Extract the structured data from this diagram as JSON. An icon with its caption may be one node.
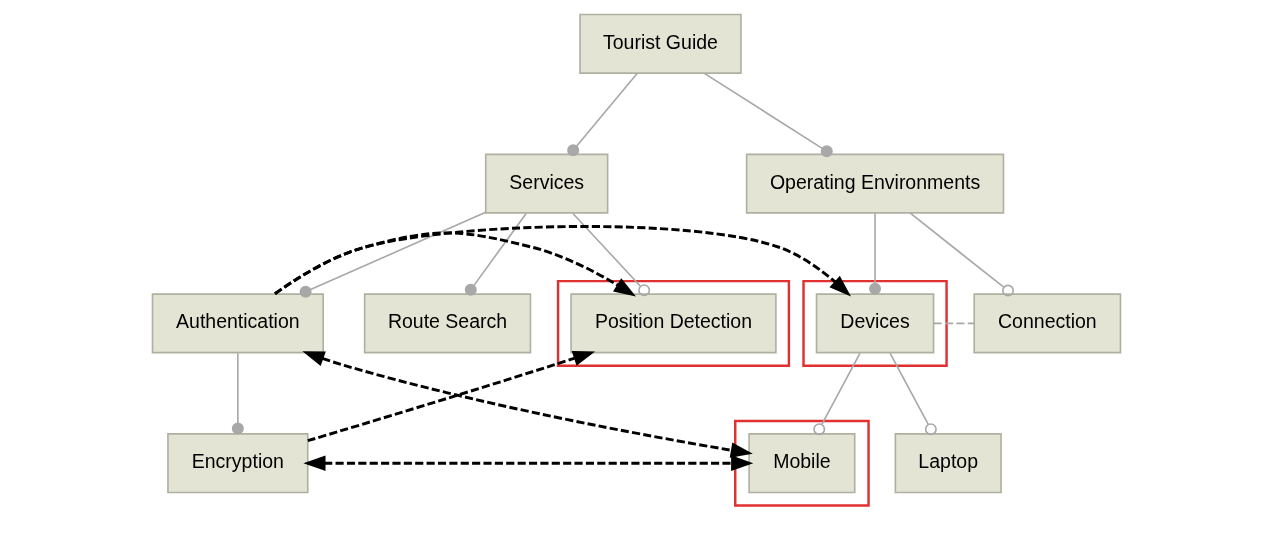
{
  "diagram": {
    "nodes": [
      {
        "text": [
          "Tourist Guide"
        ]
      },
      {
        "text": [
          "Services"
        ]
      },
      {
        "text": [
          "Operating Environments"
        ]
      },
      {
        "text": [
          "Authentication"
        ]
      },
      {
        "text": [],
        "shape": "box"
      },
      {
        "text": [
          "Devices"
        ],
        "in": 4
      },
      {
        "text": [
          "Connection"
        ]
      },
      {
        "text": [
          "Route Search"
        ]
      },
      {
        "text": [],
        "shape": "box"
      },
      {
        "text": [
          "Position Detection"
        ],
        "in": 8
      },
      {
        "text": [
          "Encryption"
        ]
      },
      {
        "text": [],
        "shape": "box"
      },
      {
        "text": [
          "Mobile"
        ],
        "in": 11
      },
      {
        "text": [
          "Laptop"
        ]
      }
    ],
    "edges": [
      {
        "from": 0,
        "to": 1,
        "arrow": "other"
      },
      {
        "from": 0,
        "to": 2,
        "arrow": "other"
      },
      {
        "from": 1,
        "to": 7,
        "arrow": "other"
      },
      {
        "from": 1,
        "to": 9,
        "arrow": "other"
      },
      {
        "from": 1,
        "to": 3,
        "arrow": "other"
      },
      {
        "from": 3,
        "to": 10,
        "arrow": "other"
      },
      {
        "from": 2,
        "to": 5,
        "arrow": "other"
      },
      {
        "from": 2,
        "to": 6,
        "arrow": "other"
      },
      {
        "from": 5,
        "to": 6,
        "arrow": "none",
        "style": "dashed"
      },
      {
        "from": 5,
        "to": 12,
        "arrow": "other"
      },
      {
        "from": 5,
        "to": 13,
        "arrow": "other"
      },
      {
        "from": 3,
        "to": 5,
        "arrow": "to",
        "style": "dashed",
        "color": "#000000"
      },
      {
        "from": 3,
        "to": 9,
        "arrow": "to",
        "style": "dashed",
        "color": "#000000"
      },
      {
        "from": 3,
        "to": 12,
        "arrow": "both",
        "style": "dashed",
        "color": "#000000"
      },
      {
        "from": 10,
        "to": 9,
        "arrow": "to",
        "style": "dashed",
        "color": "#000000"
      },
      {
        "from": 10,
        "to": 12,
        "arrow": "both",
        "style": "dashed",
        "color": "#000000"
      }
    ]
  }
}
